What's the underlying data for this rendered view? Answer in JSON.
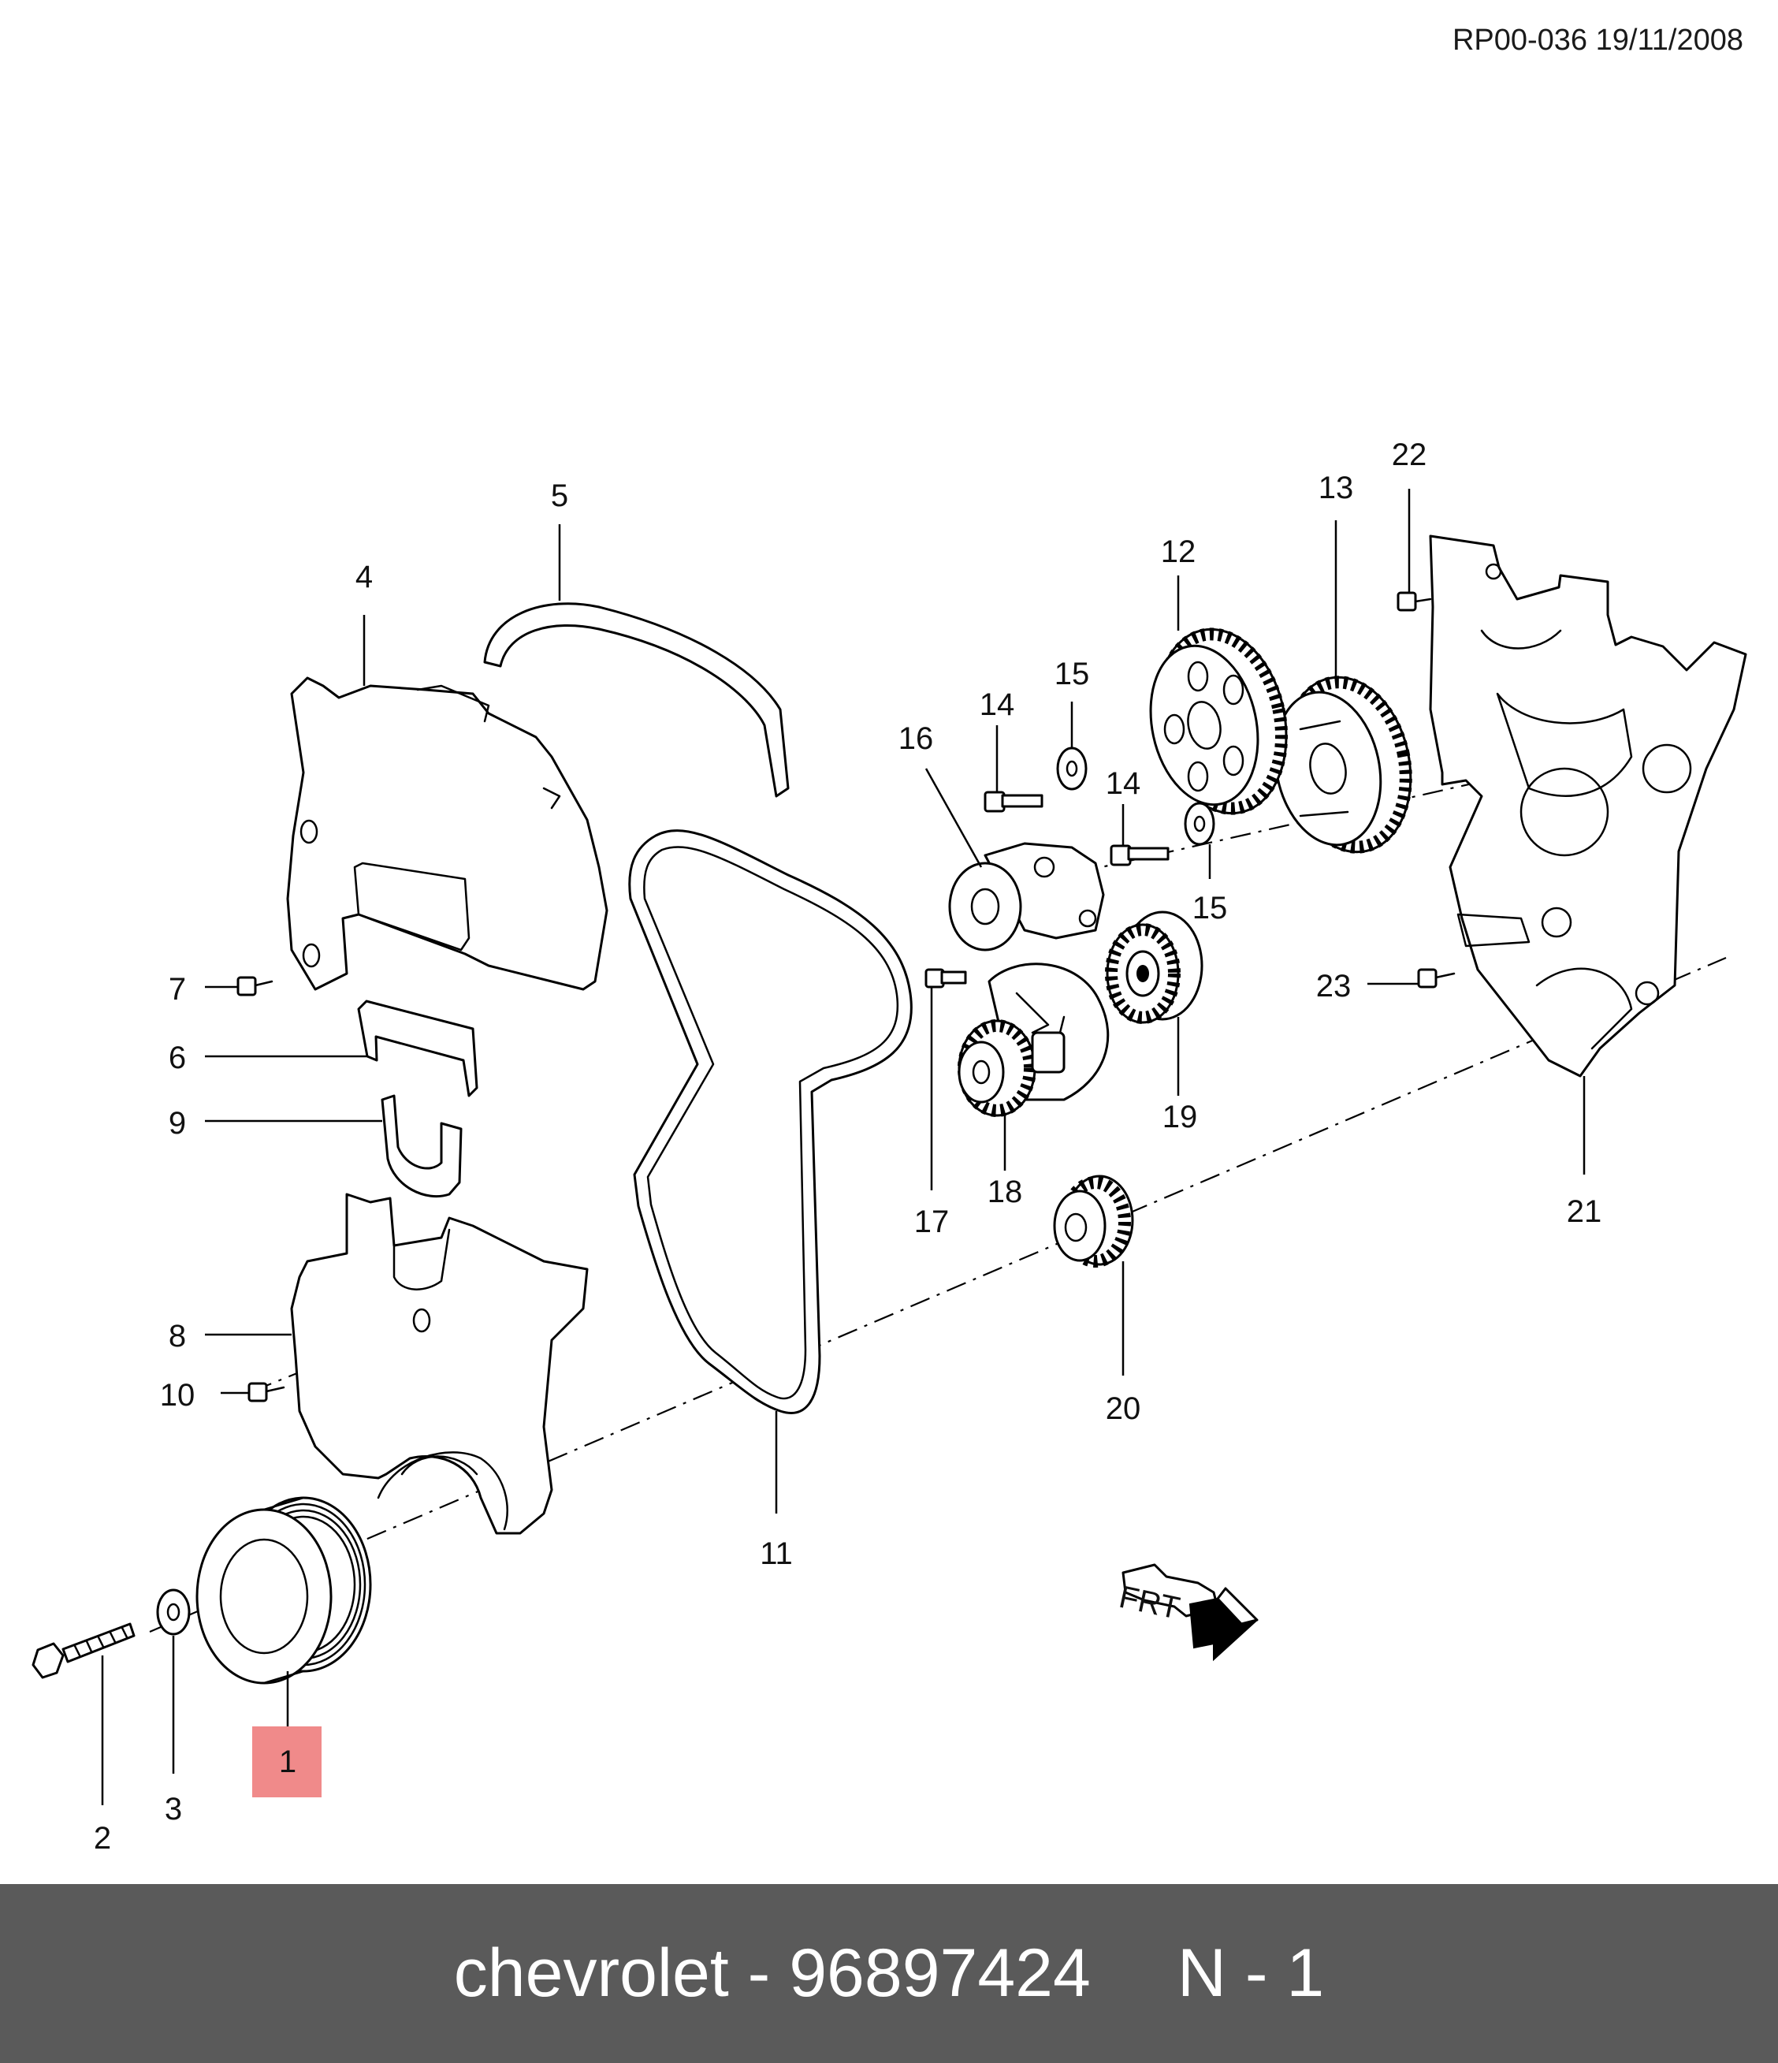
{
  "header": {
    "reference": "RP00-036 19/11/2008"
  },
  "callouts": [
    "1",
    "2",
    "3",
    "4",
    "5",
    "6",
    "7",
    "8",
    "9",
    "10",
    "11",
    "12",
    "13",
    "14",
    "14",
    "15",
    "15",
    "16",
    "17",
    "18",
    "19",
    "20",
    "21",
    "22",
    "23"
  ],
  "highlighted_callout": "1",
  "direction_marker": {
    "text": "FRT",
    "icon": "arrow-icon"
  },
  "footer": {
    "brand": "chevrolet",
    "dash": "-",
    "part_number": "96897424",
    "position": "N - 1"
  },
  "colors": {
    "highlight": "#f08a8a",
    "footer_bg": "#5a5a5a",
    "footer_text": "#ffffff"
  }
}
